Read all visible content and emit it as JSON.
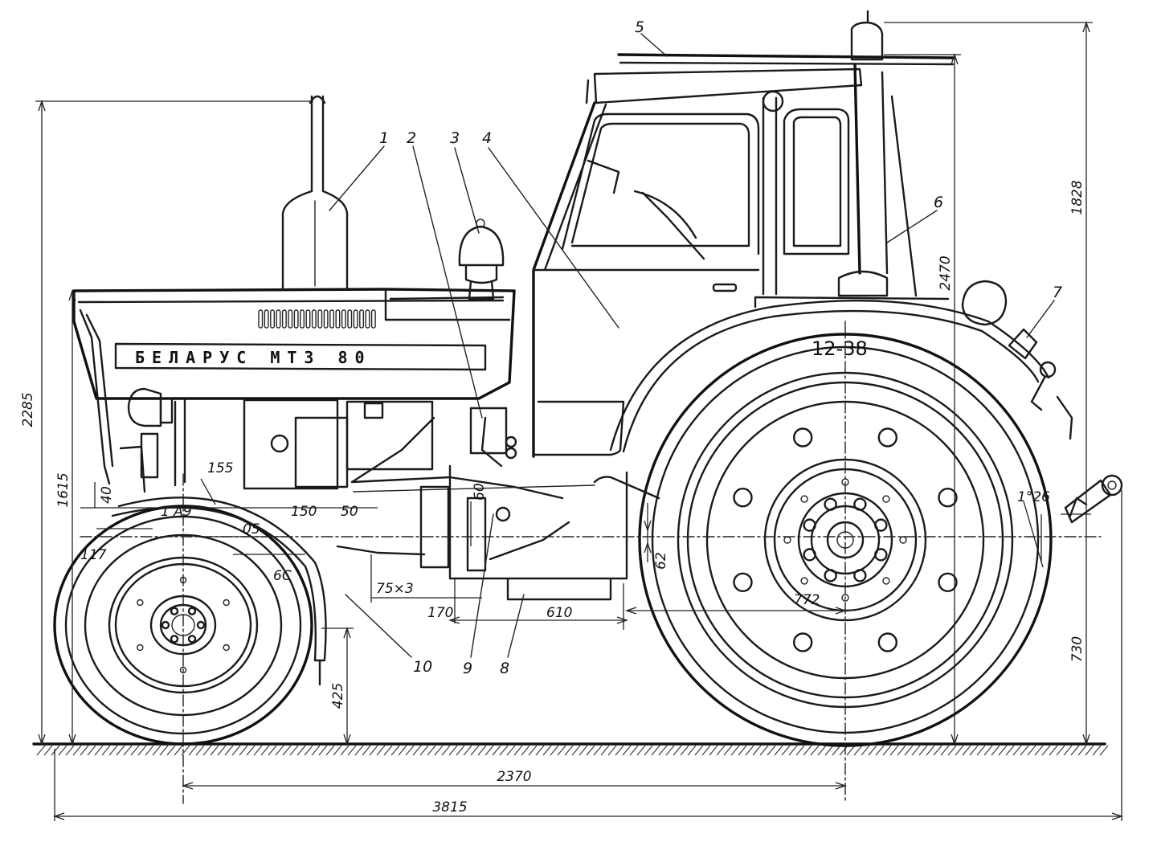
{
  "tire_size": "12-38",
  "brand_text": "БЕЛАРУС МТЗ 80",
  "labels": {
    "l1": "1",
    "l2": "2",
    "l3": "3",
    "l4": "4",
    "l5": "5",
    "l6": "6",
    "l7": "7",
    "l8": "8",
    "l9": "9",
    "l10": "10"
  },
  "dimensions": {
    "overall_height": "2285",
    "hood_height": "1615",
    "cab_height": "2470",
    "rear_height": "1828",
    "hitch_height": "730",
    "front_clearance": "425",
    "wheelbase": "2370",
    "overall_length": "3815",
    "d40": "40",
    "d117": "117",
    "d155": "155",
    "d1a9": "1 А9",
    "d05": "05",
    "d150": "150",
    "d50": "50",
    "d60a": "6С",
    "d60b": "60",
    "d75x3": "75×3",
    "d170": "170",
    "d610": "610",
    "d772": "772",
    "d62": "62",
    "angle": "1°26"
  }
}
